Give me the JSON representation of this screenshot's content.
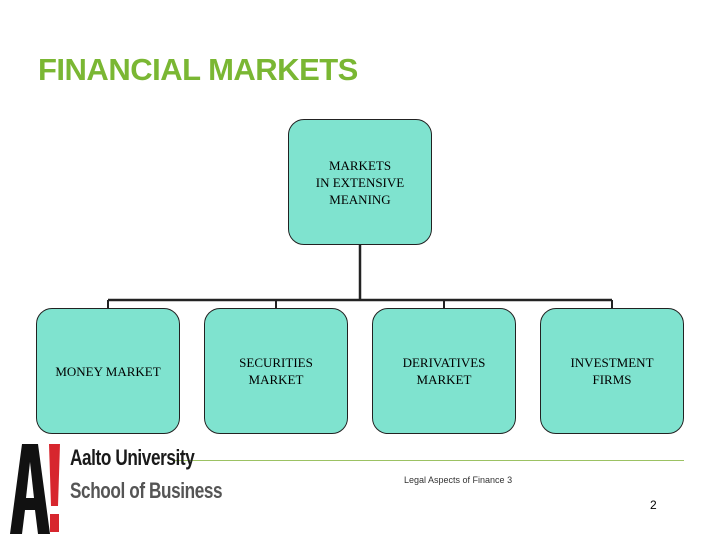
{
  "slide": {
    "title": "FINANCIAL MARKETS",
    "page_number": "2",
    "footer": "Legal Aspects of Finance 3"
  },
  "diagram": {
    "root": {
      "label": "MARKETS\nIN EXTENSIVE\nMEANING"
    },
    "children": [
      {
        "label": "MONEY MARKET"
      },
      {
        "label": "SECURITIES\nMARKET"
      },
      {
        "label": "DERIVATIVES\nMARKET"
      },
      {
        "label": "INVESTMENT\nFIRMS"
      }
    ],
    "colors": {
      "box_fill": "#7fe3cf",
      "box_border": "#222222",
      "title": "#7ab733"
    }
  },
  "logo": {
    "mark": "A!",
    "line1": "Aalto University",
    "line2": "School of Business",
    "colors": {
      "mark": "#111111",
      "exclamation": "#d7262e"
    }
  }
}
